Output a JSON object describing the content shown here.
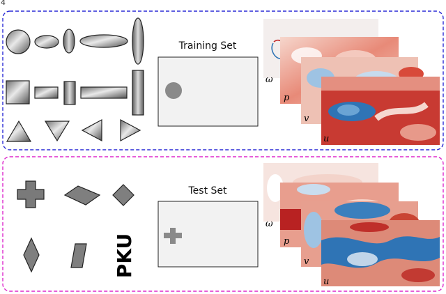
{
  "page_number": "4",
  "training_panel": {
    "set_label": "Training Set",
    "field_labels": [
      "ω",
      "p",
      "v",
      "u"
    ]
  },
  "test_panel": {
    "set_label": "Test Set",
    "field_labels": [
      "ω",
      "p",
      "v",
      "u"
    ],
    "text_shape": "PKU"
  },
  "colors": {
    "training_border": "#2a2ad6",
    "test_border": "#dd28cc",
    "flow_red": "#c22a2a",
    "flow_blue": "#2f74b5",
    "shape_mark": "#8a8a8a"
  }
}
